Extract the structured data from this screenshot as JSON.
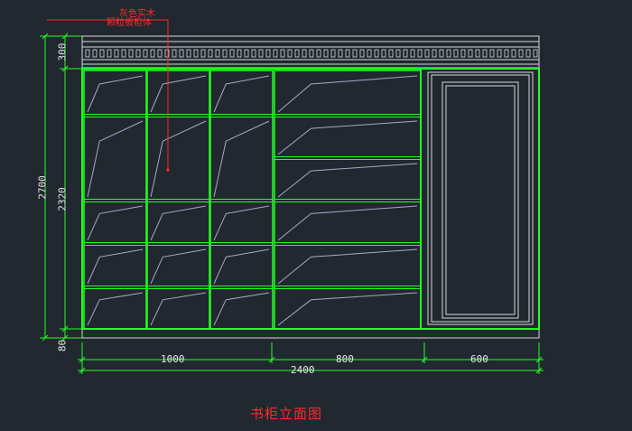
{
  "drawing": {
    "title": "书柜立面图",
    "annotation": {
      "line1": "灰色实木",
      "line2": "颗粒板柜体"
    },
    "dimensions": {
      "vertical": {
        "total": "2700",
        "cabinet": "2320",
        "top": "300",
        "base": "80"
      },
      "horizontal": {
        "left": "1000",
        "middle": "800",
        "right": "600",
        "total": "2400"
      }
    }
  },
  "colors": {
    "background": "#212830",
    "cabinet_line": "#22ff22",
    "dimension_line": "#22ff22",
    "frame_line": "#d8d8d8",
    "shelf_hatch": "#a8a8c8",
    "annotation": "#ff2a2a"
  }
}
